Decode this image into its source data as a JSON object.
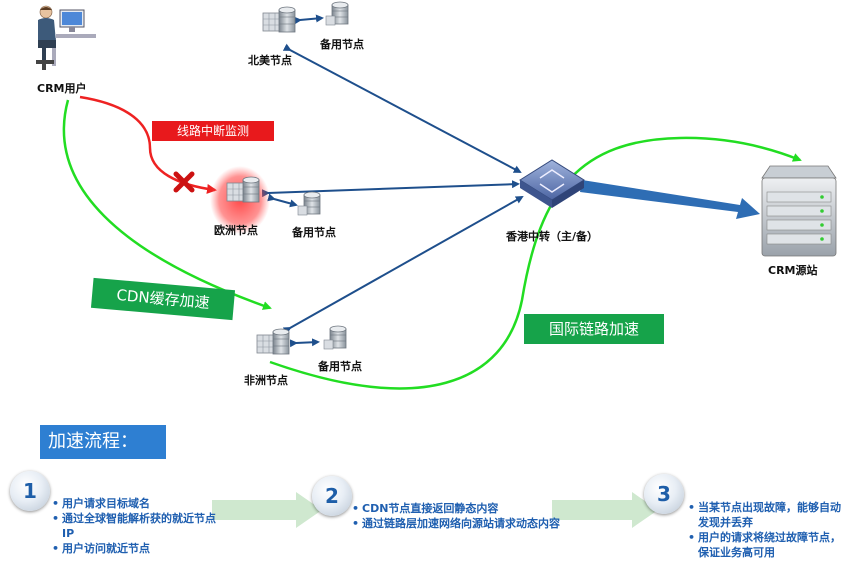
{
  "nodes": {
    "user": "CRM用户",
    "na": "北美节点",
    "na_backup": "备用节点",
    "eu": "欧洲节点",
    "eu_backup": "备用节点",
    "af": "非洲节点",
    "af_backup": "备用节点",
    "hk": "香港中转（主/备）",
    "origin": "CRM源站"
  },
  "tags": {
    "monitor": "线路中断监测",
    "cdn": "CDN缓存加速",
    "intl": "国际链路加速"
  },
  "flow": {
    "title": "加速流程：",
    "steps": [
      {
        "num": "1",
        "items": [
          "用户请求目标域名",
          "通过全球智能解析获的就近节点 IP",
          "用户访问就近节点"
        ]
      },
      {
        "num": "2",
        "items": [
          "CDN节点直接返回静态内容",
          "通过链路层加速网络向源站请求动态内容"
        ]
      },
      {
        "num": "3",
        "items": [
          "当某节点出现故障，能够自动发现并丢弃",
          "用户的请求将绕过故障节点，保证业务高可用"
        ]
      }
    ]
  },
  "colors": {
    "dark_arrow": "#1e4f8c",
    "green_path": "#22dd22",
    "red_path": "#ee2222",
    "thick_arrow": "#2e6db4",
    "flow_title_bg": "#2e7fd2",
    "step_text": "#1f5fb0"
  }
}
